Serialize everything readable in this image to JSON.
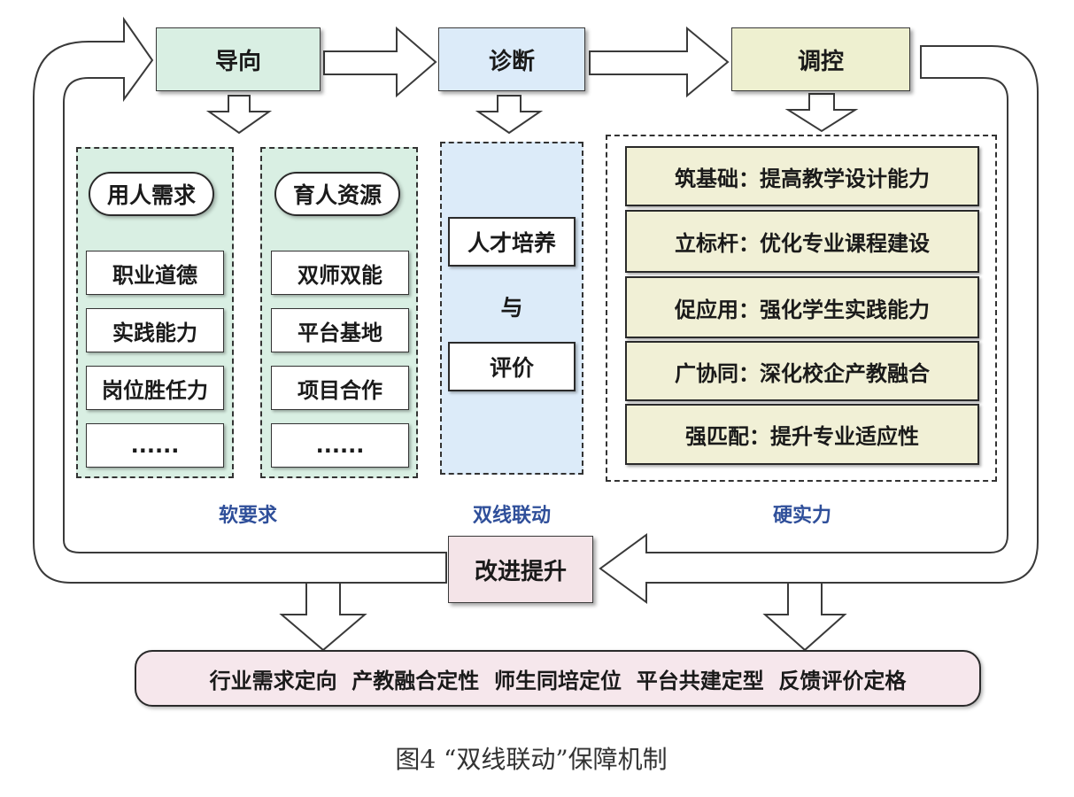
{
  "stages": {
    "guide": "导向",
    "diagnose": "诊断",
    "regulate": "调控",
    "improve": "改进提升"
  },
  "soft": {
    "col1": {
      "header": "用人需求",
      "items": [
        "职业道德",
        "实践能力",
        "岗位胜任力",
        "......"
      ]
    },
    "col2": {
      "header": "育人资源",
      "items": [
        "双师双能",
        "平台基地",
        "项目合作",
        "......"
      ]
    },
    "caption": "软要求"
  },
  "dual": {
    "top": "人才培养",
    "middle": "与",
    "bottom": "评价",
    "caption": "双线联动"
  },
  "hard": {
    "items": [
      "筑基础：提高教学设计能力",
      "立标杆：优化专业课程建设",
      "促应用：强化学生实践能力",
      "广协同：深化校企产教融合",
      "强匹配：提升专业适应性"
    ],
    "caption": "硬实力"
  },
  "bottom_bar": "行业需求定向  产教融合定性  师生同培定位  平台共建定型  反馈评价定格",
  "figure_caption": "图4 “双线联动”保障机制",
  "colors": {
    "guide_bg": "#d9efe3",
    "diagnose_bg": "#dcebf9",
    "regulate_bg": "#eef0d0",
    "improve_bg": "#f4e4e8",
    "soft_panel_bg": "#d9efe3",
    "dual_panel_bg": "#dcebf9",
    "hard_item_bg": "#f1f0d6",
    "bottom_bar_bg": "#f6e7ec",
    "caption_blue": "#2f4f9a"
  }
}
